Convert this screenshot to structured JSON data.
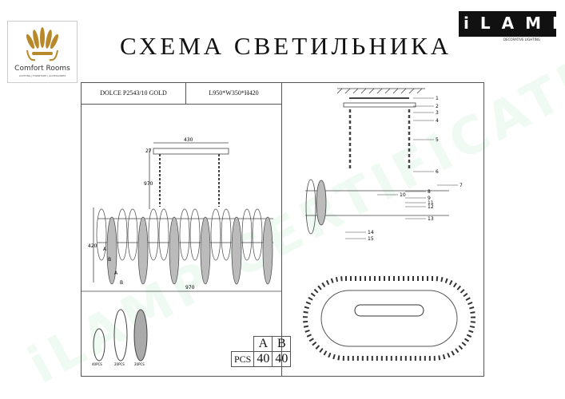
{
  "header": {
    "title": "СХЕМА СВЕТИЛЬНИКА",
    "left_logo": {
      "name": "Comfort Rooms",
      "tagline": "LIGHTING | FURNITURE | ACCESSORIES",
      "color": "#b8892a"
    },
    "right_logo": {
      "name": "iLAMP",
      "tagline": "DECORATIVE LIGHTING"
    }
  },
  "spec": {
    "model": "DOLCE P2543/10 GOLD",
    "dimensions": "L950*W350*H420"
  },
  "front_view": {
    "dims": {
      "canopy_width": "430",
      "canopy_height": "27",
      "chain": "970",
      "height": "420",
      "width": "970"
    },
    "labels": [
      "A",
      "B",
      "A",
      "B"
    ]
  },
  "crystals": [
    {
      "label": "40PCS"
    },
    {
      "label": "20PCS"
    },
    {
      "label": "20PCS"
    }
  ],
  "pcs_table": {
    "row_label": "PCS",
    "columns": [
      "A",
      "B"
    ],
    "values": [
      "40",
      "40"
    ]
  },
  "parts": [
    "1",
    "2",
    "3",
    "4",
    "5",
    "6",
    "7",
    "8",
    "9",
    "10",
    "11",
    "12",
    "13",
    "14",
    "15"
  ],
  "watermark": "iLAMP CERTIFICATED"
}
